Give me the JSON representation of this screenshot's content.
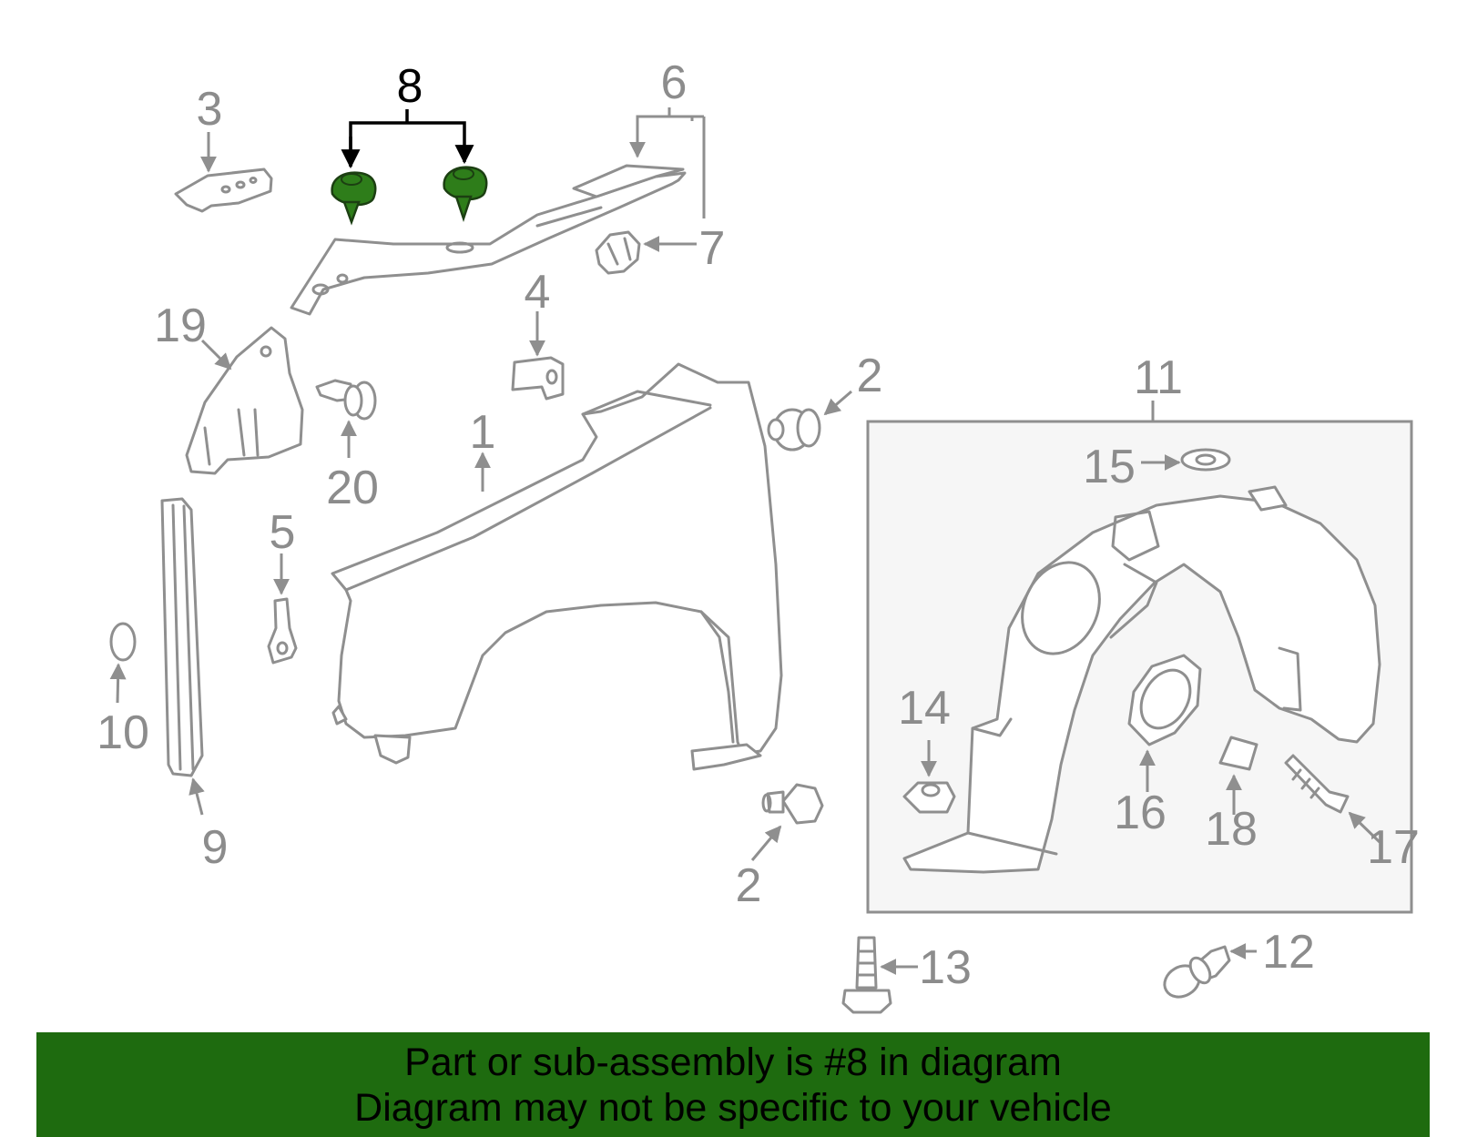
{
  "callouts": {
    "c1": "1",
    "c2a": "2",
    "c2b": "2",
    "c3": "3",
    "c4": "4",
    "c5": "5",
    "c6": "6",
    "c7": "7",
    "c8": "8",
    "c9": "9",
    "c10": "10",
    "c11": "11",
    "c12": "12",
    "c13": "13",
    "c14": "14",
    "c15": "15",
    "c16": "16",
    "c17": "17",
    "c18": "18",
    "c19": "19",
    "c20": "20"
  },
  "highlighted_part": "8",
  "colors": {
    "highlight_part": "#2e7d1a",
    "banner_bg": "#1e6b0f",
    "line_gray": "#8f8f8f",
    "panel_bg": "#f6f6f6"
  },
  "banner": {
    "line1": "Part or sub-assembly is #8 in diagram",
    "line2": "Diagram may not be specific to your vehicle"
  }
}
